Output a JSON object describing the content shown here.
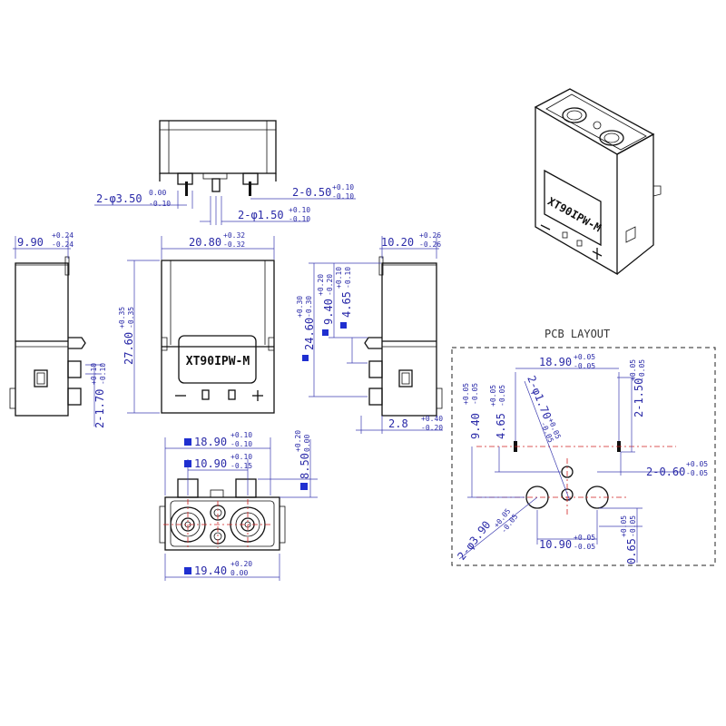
{
  "part_label": "XT90IPW-M",
  "pcb_layout_title": "PCB LAYOUT",
  "top_view": {
    "hole_dim": {
      "main": "2-φ3.50",
      "tol_up": "0.00",
      "tol_dn": "-0.10"
    },
    "pin_dim": {
      "main": "2-0.50",
      "tol_up": "+0.10",
      "tol_dn": "-0.10"
    },
    "peg_dim": {
      "main": "2-φ1.50",
      "tol_up": "+0.10",
      "tol_dn": "-0.10"
    }
  },
  "front_view": {
    "width": {
      "main": "20.80",
      "tol_up": "+0.32",
      "tol_dn": "-0.32"
    },
    "height": {
      "main": "27.60",
      "tol_up": "+0.35",
      "tol_dn": "-0.35"
    }
  },
  "left_view": {
    "width": {
      "main": "9.90",
      "tol_up": "+0.24",
      "tol_dn": "-0.24"
    },
    "pin": {
      "main": "2-1.70",
      "tol_up": "+0.10",
      "tol_dn": "-0.10"
    }
  },
  "right_view": {
    "width": {
      "main": "10.20",
      "tol_up": "+0.26",
      "tol_dn": "-0.26"
    },
    "h1": {
      "main": "24.60",
      "tol_up": "+0.30",
      "tol_dn": "-0.30"
    },
    "h2": {
      "main": "9.40",
      "tol_up": "+0.20",
      "tol_dn": "-0.20"
    },
    "h3": {
      "main": "4.65",
      "tol_up": "+0.10",
      "tol_dn": "-0.10"
    },
    "offset": {
      "main": "2.8",
      "tol_up": "+0.40",
      "tol_dn": "-0.20"
    }
  },
  "bottom_view": {
    "d1": {
      "main": "18.90",
      "tol_up": "+0.10",
      "tol_dn": "-0.10"
    },
    "d2": {
      "main": "10.90",
      "tol_up": "+0.10",
      "tol_dn": "-0.15"
    },
    "d3": {
      "main": "8.50",
      "tol_up": "+0.20",
      "tol_dn": "0.00"
    },
    "d4": {
      "main": "19.40",
      "tol_up": "+0.20",
      "tol_dn": "0.00"
    }
  },
  "pcb": {
    "span": {
      "main": "18.90",
      "tol_up": "+0.05",
      "tol_dn": "-0.05"
    },
    "slot_h": {
      "main": "2-1.50",
      "tol_up": "+0.05",
      "tol_dn": "-0.05"
    },
    "peg": {
      "main": "2-φ1.70",
      "tol_up": "+0.05",
      "tol_dn": "-0.05"
    },
    "h1": {
      "main": "9.40",
      "tol_up": "+0.05",
      "tol_dn": "-0.05"
    },
    "h2": {
      "main": "4.65",
      "tol_up": "+0.05",
      "tol_dn": "-0.05"
    },
    "slot_w": {
      "main": "2-0.60",
      "tol_up": "+0.05",
      "tol_dn": "-0.05"
    },
    "hole": {
      "main": "2-φ3.90",
      "tol_up": "+0.05",
      "tol_dn": "-0.05"
    },
    "pitch": {
      "main": "10.90",
      "tol_up": "+0.05",
      "tol_dn": "-0.05"
    },
    "off": {
      "main": "0.65",
      "tol_up": "+0.05",
      "tol_dn": "-0.05"
    }
  }
}
